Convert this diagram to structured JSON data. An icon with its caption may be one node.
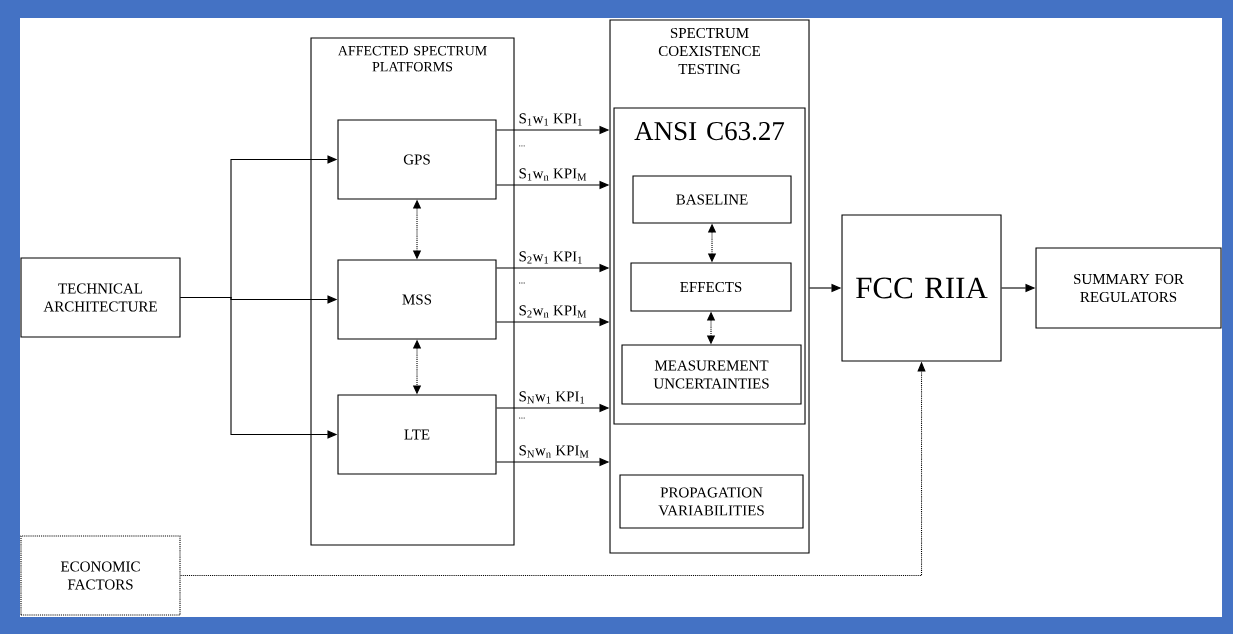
{
  "diagram": {
    "nodes": [
      {
        "text": [
          "TECHNICAL ARCHITECTURE"
        ]
      },
      {
        "text": [
          "AFFECTED SPECTRUM PLATFORMS"
        ]
      },
      {
        "text": [
          "GPS"
        ],
        "in": 1
      },
      {
        "text": [
          "MSS"
        ],
        "in": 1
      },
      {
        "text": [
          "LTE"
        ],
        "in": 1
      },
      {
        "text": [
          "SPECTRUM COEXISTENCE TESTING"
        ]
      },
      {
        "text": [
          "ANSI C63.27"
        ],
        "in": 5
      },
      {
        "text": [
          "BASELINE"
        ],
        "in": 6
      },
      {
        "text": [
          "EFFECTS"
        ],
        "in": 6
      },
      {
        "text": [
          "MEASUREMENT UNCERTAINTIES"
        ],
        "in": 6
      },
      {
        "text": [
          "PROPAGATION VARIABILITIES"
        ],
        "in": 5
      },
      {
        "text": [
          "FCC RIIA"
        ]
      },
      {
        "text": [
          "SUMMARY FOR REGULATORS"
        ]
      },
      {
        "text": [
          "ECONOMIC FACTORS"
        ]
      }
    ],
    "edges": [
      {
        "from": 0,
        "to": 2,
        "arrow": "to"
      },
      {
        "from": 0,
        "to": 3,
        "arrow": "to"
      },
      {
        "from": 0,
        "to": 4,
        "arrow": "to"
      },
      {
        "from": 2,
        "to": 3,
        "arrow": "both",
        "style": "dashed"
      },
      {
        "from": 3,
        "to": 4,
        "arrow": "both",
        "style": "dashed"
      },
      {
        "from": 2,
        "to": 5,
        "arrow": "to",
        "label": "S$_{1}$w$_{1}$ KPI$_{1}$"
      },
      {
        "from": 2,
        "to": 5,
        "arrow": "to",
        "label": "S$_{1}$w$_{n}$ KPI$_{M}$"
      },
      {
        "from": 3,
        "to": 5,
        "arrow": "to",
        "label": "S$_{2}$w$_{1}$ KPI$_{1}$"
      },
      {
        "from": 3,
        "to": 5,
        "arrow": "to",
        "label": "S$_{2}$w$_{n}$ KPI$_{M}$"
      },
      {
        "from": 4,
        "to": 5,
        "arrow": "to",
        "label": "S$_{N}$w$_{1}$ KPI$_{1}$"
      },
      {
        "from": 4,
        "to": 5,
        "arrow": "to",
        "label": "S$_{N}$w$_{n}$ KPI$_{M}$"
      },
      {
        "from": 7,
        "to": 8,
        "arrow": "both",
        "style": "dashed"
      },
      {
        "from": 8,
        "to": 9,
        "arrow": "both",
        "style": "dashed"
      },
      {
        "from": 5,
        "to": 11,
        "arrow": "to"
      },
      {
        "from": 11,
        "to": 12,
        "arrow": "to"
      },
      {
        "from": 13,
        "to": 11,
        "arrow": "to",
        "style": "dashed"
      }
    ],
    "labels": [
      "...",
      "...",
      "..."
    ]
  }
}
